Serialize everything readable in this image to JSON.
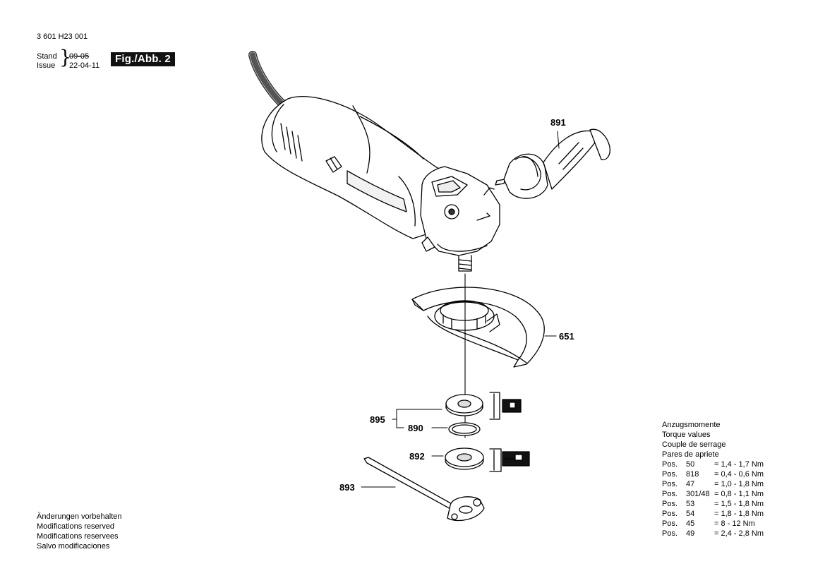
{
  "header": {
    "doc_number": "3 601 H23 001",
    "stand_label": "Stand",
    "issue_label": "Issue",
    "stand_date": "09-05",
    "issue_date": "22-04-11",
    "figure_label": "Fig./Abb. 2"
  },
  "callouts": {
    "p891": "891",
    "p651": "651",
    "p895": "895",
    "p890": "890",
    "p892": "892",
    "p893": "893"
  },
  "footer_notes": [
    "Änderungen vorbehalten",
    "Modifications reserved",
    "Modifications reservees",
    "Salvo modificaciones"
  ],
  "torque": {
    "headings": [
      "Anzugsmomente",
      "Torque values",
      "Couple de serrage",
      "Pares de apriete"
    ],
    "rows": [
      {
        "prefix": "Pos.",
        "pos": "50",
        "value": "= 1,4 - 1,7 Nm"
      },
      {
        "prefix": "Pos.",
        "pos": "818",
        "value": "= 0,4 - 0,6 Nm"
      },
      {
        "prefix": "Pos.",
        "pos": "47",
        "value": "= 1,0 - 1,8 Nm"
      },
      {
        "prefix": "Pos.",
        "pos": "301/48",
        "value": "= 0,8 - 1,1 Nm"
      },
      {
        "prefix": "Pos.",
        "pos": "53",
        "value": "= 1,5 - 1,8 Nm"
      },
      {
        "prefix": "Pos.",
        "pos": "54",
        "value": "= 1,8 - 1,8 Nm"
      },
      {
        "prefix": "Pos.",
        "pos": "45",
        "value": "= 8 - 12 Nm"
      },
      {
        "prefix": "Pos.",
        "pos": "49",
        "value": "= 2,4 - 2,8 Nm"
      }
    ]
  }
}
